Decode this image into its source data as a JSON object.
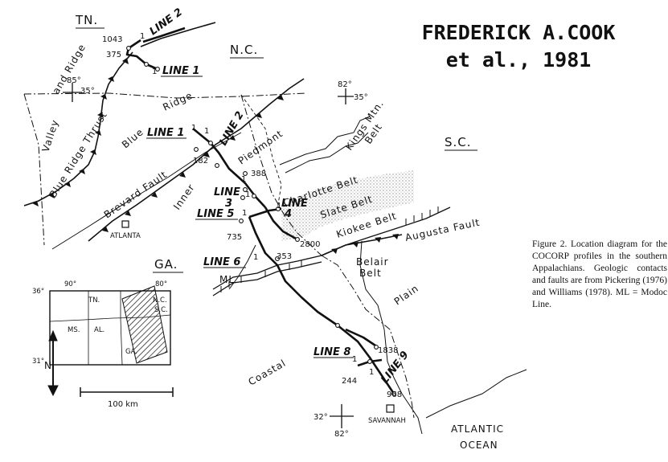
{
  "header": {
    "line1": "FREDERICK A.COOK",
    "line2": "et al., 1981"
  },
  "caption": "Figure 2.  Location diagram for the COCORP profiles in the southern Appalachians. Geologic contacts and faults are from Pickering (1976) and Williams (1978). ML = Modoc Line.",
  "states": {
    "tn": "TN.",
    "nc": "N.C.",
    "sc": "S.C.",
    "ga": "GA."
  },
  "regions": {
    "valley": "Valley",
    "and_ridge": "and Ridge",
    "blue_ridge_thrust": "Blue Ridge Thrust",
    "blue": "Blue",
    "ridge": "Ridge",
    "brevard_fault": "Brevard Fault",
    "inner": "Inner",
    "piedmont": "Piedmont",
    "kings_mtn_belt_1": "Kings Mtn.",
    "kings_mtn_belt_2": "Belt",
    "charlotte_belt": "Charlotte Belt",
    "slate_belt": "Slate Belt",
    "kiokee_belt": "Kiokee Belt",
    "augusta_fault": "Augusta Fault",
    "belair_belt_1": "Belair",
    "belair_belt_2": "Belt",
    "plain": "Plain",
    "coastal": "Coastal",
    "ml": "ML",
    "atlantic": "ATLANTIC",
    "ocean": "OCEAN"
  },
  "cities": {
    "atlanta": "ATLANTA",
    "savannah": "SAVANNAH"
  },
  "lines": {
    "line1_top": "LINE 1",
    "line2_top": "LINE 2",
    "line1_mid": "LINE 1",
    "line2_mid": "LINE 2",
    "line3_a": "LINE",
    "line3_b": "3",
    "line4_a": "LINE",
    "line4_b": "4",
    "line5": "LINE 5",
    "line6": "LINE 6",
    "line8": "LINE 8",
    "line9": "LINE 9"
  },
  "line_end_marks": {
    "m1": "1",
    "m2": "1",
    "m3": "1",
    "m4": "1",
    "m5": "1",
    "m6": "1",
    "m7": "1",
    "m8": "1",
    "m9": "1",
    "m10": "1",
    "m11": "1"
  },
  "shotpoints": {
    "s1043": "1043",
    "s375": "375",
    "s182": "182",
    "s388": "388",
    "s735": "735",
    "s2800": "2800",
    "s353": "353",
    "s1838": "1838",
    "s244": "244",
    "s968": "968"
  },
  "coords": {
    "lon85": "85°",
    "lat35a": "35°",
    "lon82a": "82°",
    "lat35b": "35°",
    "lat32": "32°",
    "lon82b": "82°"
  },
  "inset": {
    "lon90": "90°",
    "lon80": "80°",
    "lat36": "36°",
    "lat31": "31°",
    "tn": "TN.",
    "nc": "N.C.",
    "sc": "S.C.",
    "ms": "MS.",
    "al": "AL.",
    "ga": "GA."
  },
  "north": "N",
  "scale": "100 km"
}
